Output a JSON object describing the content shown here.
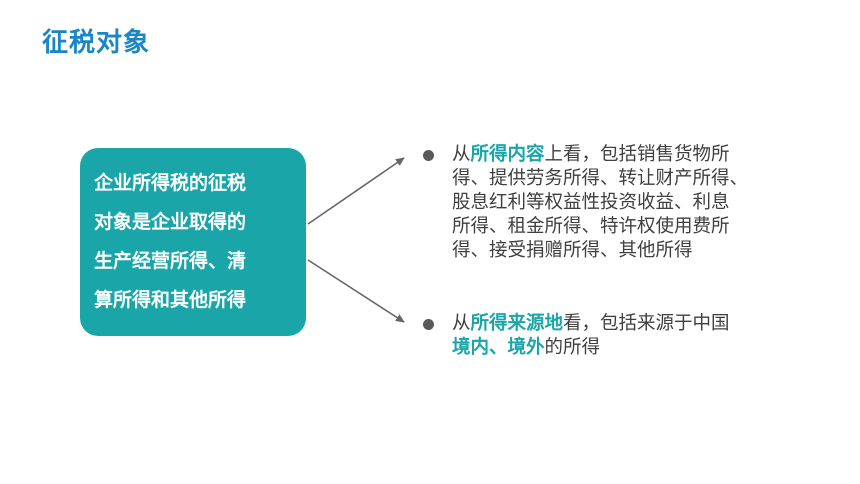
{
  "title": "征税对象",
  "main_box": {
    "lines": [
      "企业所得税的征税",
      "对象是企业取得的",
      "生产经营所得、清",
      "算所得和其他所得"
    ]
  },
  "bullets": [
    {
      "line1_prefix": "从",
      "line1_highlight": "所得内容",
      "line1_suffix": "上看，包括销售货物所",
      "lines": [
        "得、提供劳务所得、转让财产所得、",
        "股息红利等权益性投资收益、利息",
        "所得、租金所得、特许权使用费所",
        "得、接受捐赠所得、其他所得"
      ]
    },
    {
      "line1_prefix": "从",
      "line1_highlight": "所得来源地",
      "line1_suffix": "看，包括来源于中国",
      "line2_highlight": "境内、境外",
      "line2_suffix": "的所得"
    }
  ],
  "colors": {
    "title": "#1b86c7",
    "box": "#1aa6a8",
    "highlight": "#1aa6a8",
    "body_text": "#3f3f3f",
    "arrow": "#666666"
  }
}
